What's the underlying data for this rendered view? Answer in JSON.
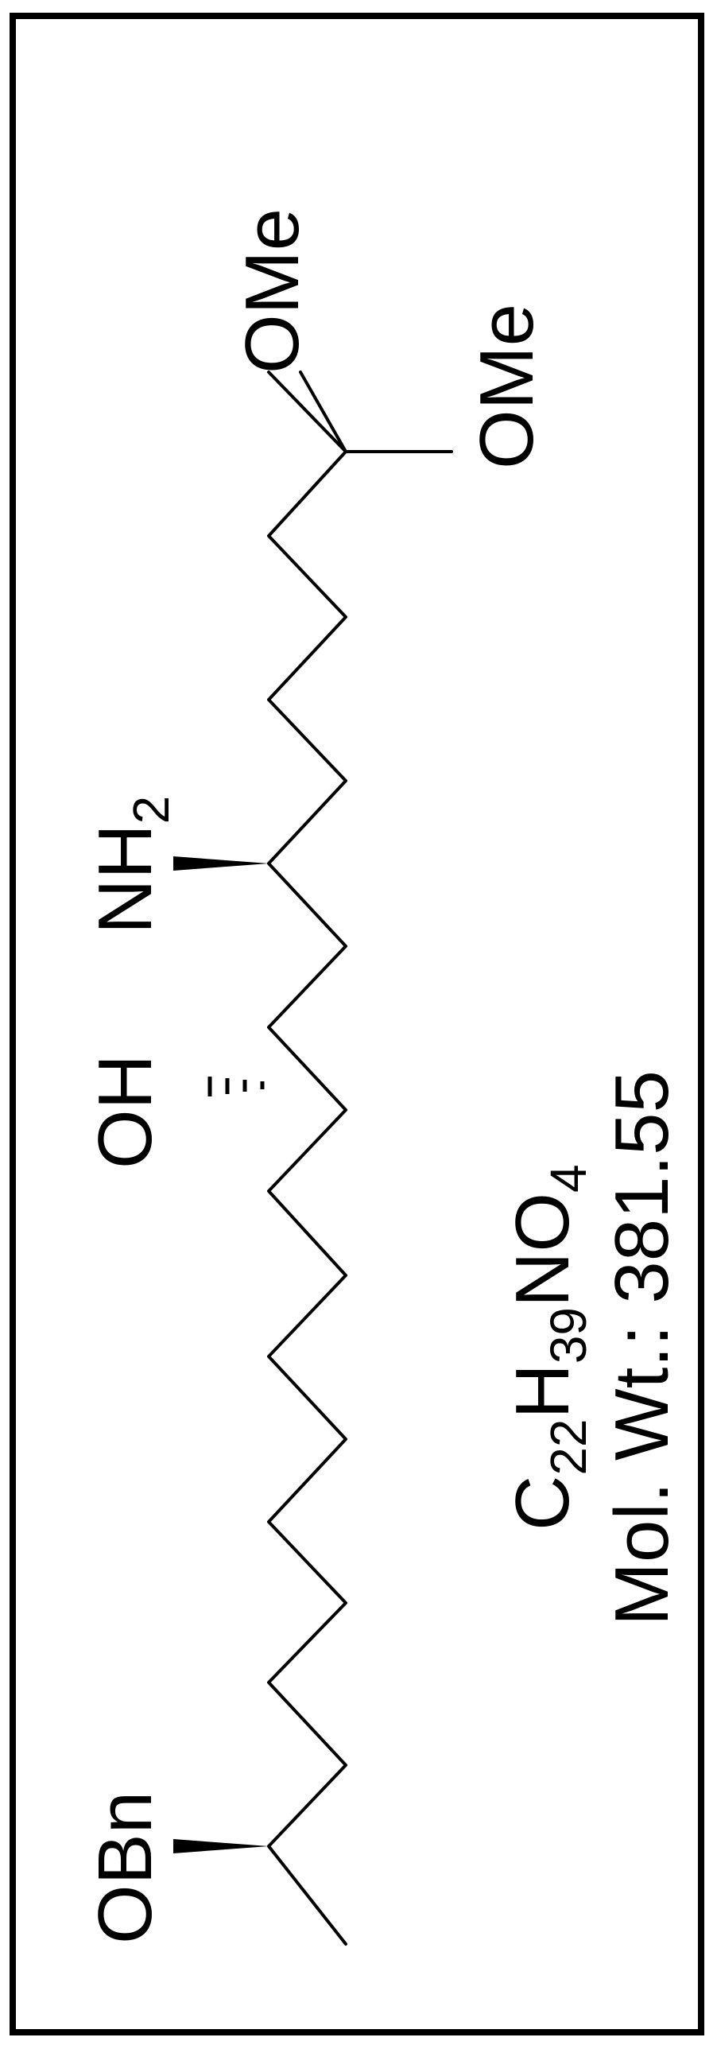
{
  "structure": {
    "substituents": {
      "obn": "OBn",
      "oh": "OH",
      "nh2": {
        "main": "NH",
        "sub": "2"
      },
      "ome_top": "OMe",
      "ome_bottom": "OMe"
    },
    "formula": {
      "c": "C",
      "c_count": "22",
      "h": "H",
      "h_count": "39",
      "no": "NO",
      "o_count": "4"
    },
    "mol_wt": "Mol. Wt.: 381.55"
  },
  "colors": {
    "ink": "#000000",
    "background": "#ffffff"
  }
}
